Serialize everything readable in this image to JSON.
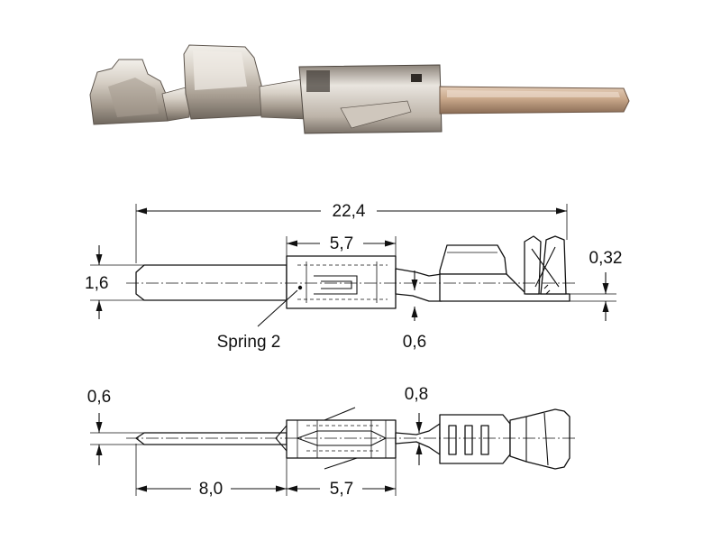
{
  "photo": {
    "icon": "crimp-terminal-photo"
  },
  "side_view": {
    "overall_length": "22,4",
    "spring_housing_length": "5,7",
    "pin_diameter": "1,6",
    "material_thickness": "0,32",
    "spring_offset": "0,6",
    "spring_label": "Spring 2"
  },
  "top_view": {
    "pin_width": "0,6",
    "transition_width": "0,8",
    "pin_length": "8,0",
    "spring_housing_length": "5,7"
  },
  "colors": {
    "line": "#111111",
    "metal_light": "#e6e1da",
    "metal_mid": "#b9b1a6",
    "metal_dark": "#6f675e",
    "copper": "#b08a6a"
  }
}
